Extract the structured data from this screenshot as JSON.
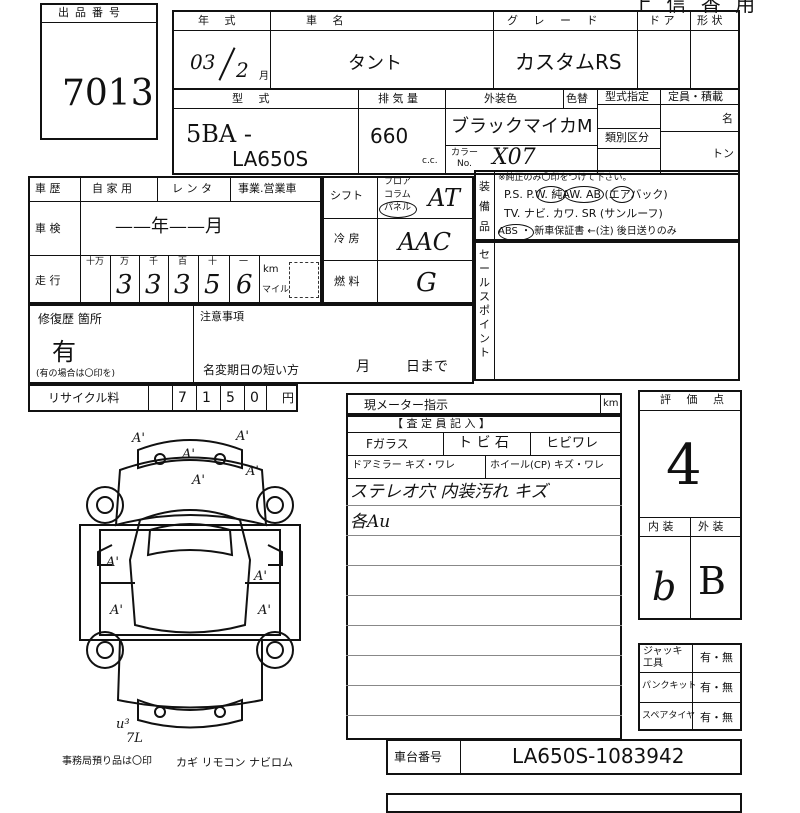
{
  "lot": {
    "header": "出品番号",
    "value": "7013"
  },
  "top_right_title": "上 信 香 用",
  "vehicle": {
    "year_label": "年 式",
    "year_value": "03",
    "month_value": "2",
    "month_unit": "月",
    "name_label": "車 名",
    "name_value": "タント",
    "grade_label": "グ レ ー ド",
    "grade_value": "カスタムRS",
    "door_label": "ド ア",
    "shape_label": "形 状",
    "model_label": "型 式",
    "model_prefix": "5BA -",
    "model_value": "LA650S",
    "displacement_label": "排 気 量",
    "displacement_value": "660",
    "cc": "c.c.",
    "exterior_color_label": "外装色",
    "exterior_color_value": "ブラックマイカM",
    "color_no_label": "色替",
    "color_code_label": "カラー",
    "color_code_no": "No.",
    "color_code_value": "X07",
    "type_designation_label": "型式指定",
    "class_label": "類別区分",
    "capacity_label": "定員・積載",
    "capacity_unit_people": "名",
    "capacity_unit_ton": "トン"
  },
  "history": {
    "label": "車 歴",
    "private": "自 家 用",
    "rental": "レ ン タ",
    "business": "事業.営業車",
    "inspection_label": "車 検",
    "inspection_value": "——年——月",
    "mileage_label": "走 行",
    "mileage_units": [
      "十万",
      "万",
      "千",
      "百",
      "十",
      "一"
    ],
    "mileage_digits": [
      "",
      "3",
      "3",
      "3",
      "5",
      "6"
    ],
    "km": "km",
    "mile": "マイル"
  },
  "specs": {
    "shift_label": "シフト",
    "shift_options": [
      "フロア",
      "コラム",
      "パネル"
    ],
    "shift_value": "AT",
    "ac_label": "冷 房",
    "ac_value": "AAC",
    "fuel_label": "燃 料",
    "fuel_value": "G"
  },
  "equipment": {
    "label": "装備品",
    "note": "※純正のみ〇印をつけて下さい。",
    "line1": "P.S. P.W. 純AW. AB (エアバック)",
    "line2": "TV. ナビ. カワ. SR (サンルーフ)",
    "line3": "ABS ・ 新車保証書 ←(注) 後日送りのみ"
  },
  "sales_points": {
    "label": "セールスポイント"
  },
  "repair": {
    "label": "修復歴 箇所",
    "value": "有",
    "note": "(有の場合は〇印を)"
  },
  "notes": {
    "label": "注意事項",
    "deadline_label": "名変期日の短い方",
    "month": "月",
    "day": "日まで"
  },
  "recycle": {
    "label": "リサイクル料",
    "digits": [
      "",
      "",
      "7",
      "1",
      "5",
      "0"
    ],
    "unit": "円"
  },
  "meter": {
    "label": "現メーター指示",
    "unit": "km"
  },
  "inspector": {
    "header": "【 査 定 員 記 入 】",
    "f_glass": "Fガラス",
    "tobi": "ト ビ 石",
    "crack": "ヒビワレ",
    "mirror": "ドアミラー キズ・ワレ",
    "wheel": "ホイール(CP) キズ・ワレ",
    "line1": "ステレオ穴 内装汚れ キズ",
    "line2": "各Au"
  },
  "evaluation": {
    "label": "評 価 点",
    "score": "4",
    "interior_label": "内 装",
    "exterior_label": "外 装",
    "interior_value": "b",
    "exterior_value": "B"
  },
  "tools": {
    "jack": "ジャッキ工具",
    "puncture": "パンクキット",
    "spare": "スペアタイヤ",
    "yes_no": "有・無"
  },
  "chassis": {
    "label": "車台番号",
    "value": "LA650S-1083942"
  },
  "footer": {
    "office": "事務局預り品は〇印",
    "items": "カギ リモコン ナビロム"
  },
  "diagram_marks": {
    "a1": "A'",
    "u3": "u³",
    "seven_l": "7L"
  }
}
